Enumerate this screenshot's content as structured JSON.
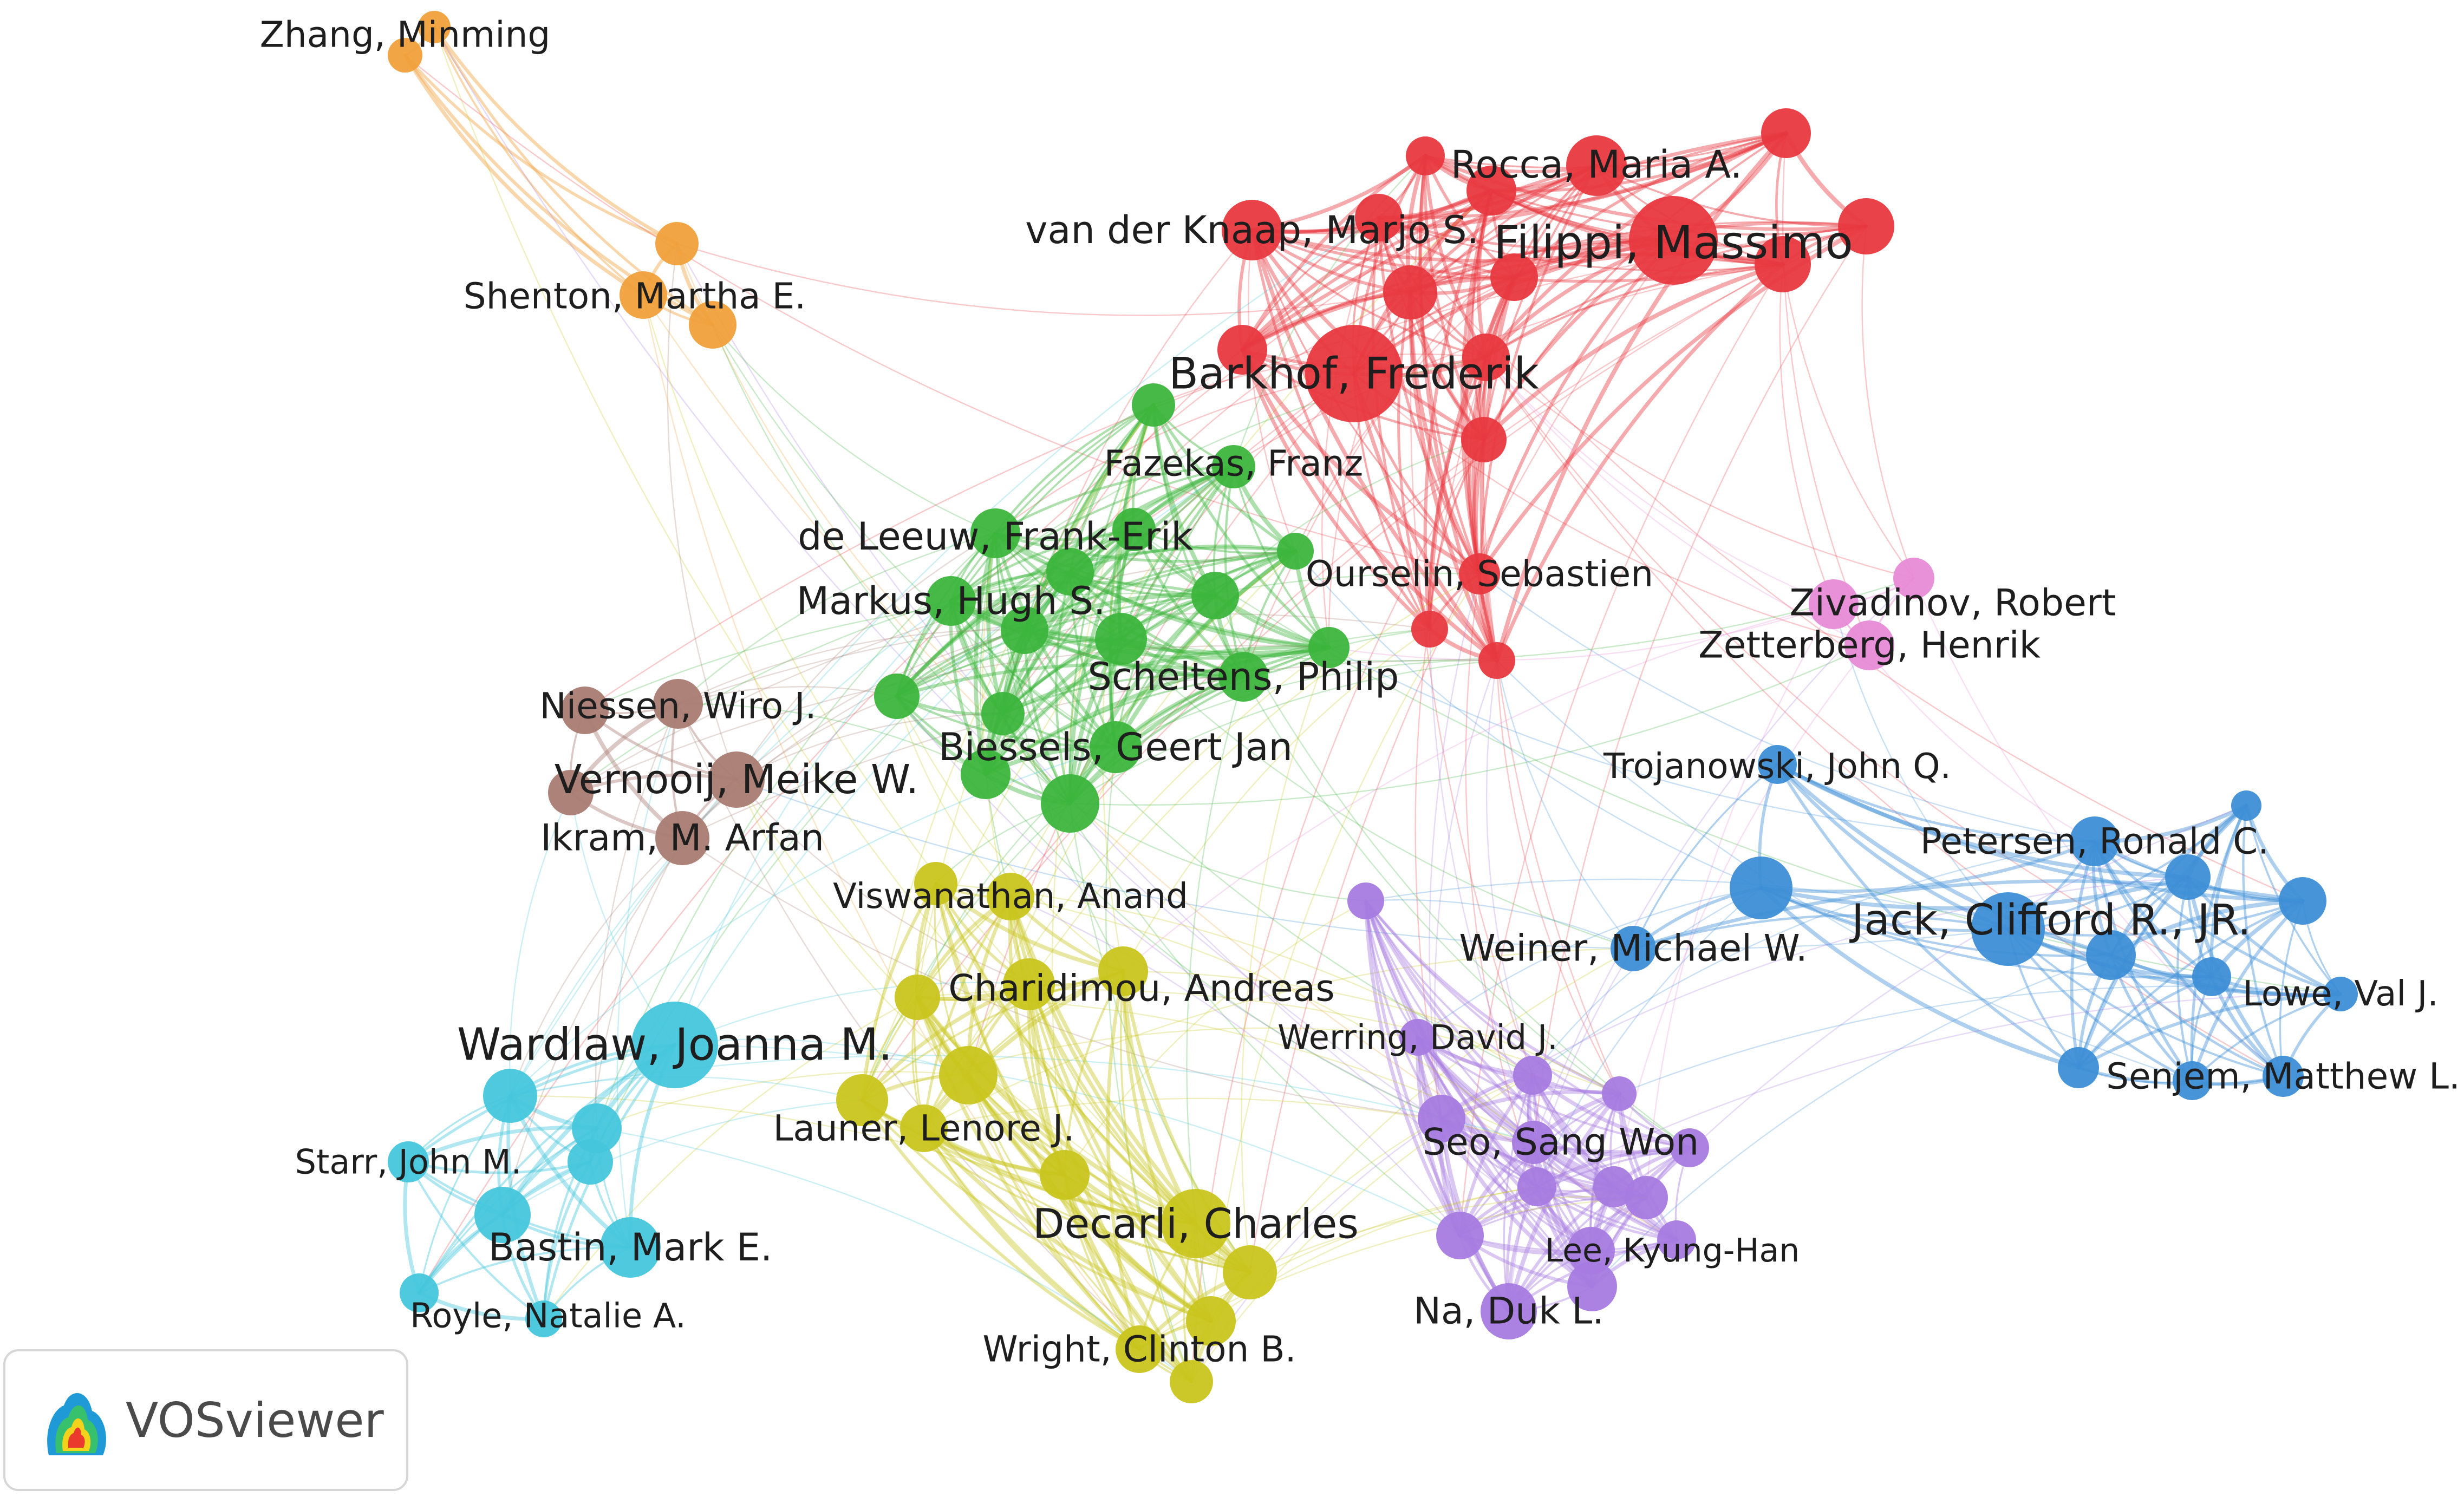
{
  "diagram": {
    "type": "network",
    "clusters": [
      {
        "name": "red",
        "color": "#e8383f"
      },
      {
        "name": "green",
        "color": "#3cb53c"
      },
      {
        "name": "blue",
        "color": "#3d8ed6"
      },
      {
        "name": "cyan",
        "color": "#45c6dc"
      },
      {
        "name": "yellow",
        "color": "#c9c51e"
      },
      {
        "name": "purple",
        "color": "#a77be0"
      },
      {
        "name": "brown",
        "color": "#a97c72"
      },
      {
        "name": "orange",
        "color": "#f0a03b"
      },
      {
        "name": "pink",
        "color": "#e78bd6"
      }
    ],
    "labeled_nodes": [
      {
        "label": "Zhang, Minming",
        "cluster": "orange"
      },
      {
        "label": "Shenton, Martha E.",
        "cluster": "orange"
      },
      {
        "label": "Rocca, Maria A.",
        "cluster": "red"
      },
      {
        "label": "van der Knaap, Marjo S.",
        "cluster": "red"
      },
      {
        "label": "Filippi, Massimo",
        "cluster": "red"
      },
      {
        "label": "Barkhof, Frederik",
        "cluster": "red"
      },
      {
        "label": "Ourselin, Sebastien",
        "cluster": "red"
      },
      {
        "label": "Fazekas, Franz",
        "cluster": "green"
      },
      {
        "label": "de Leeuw, Frank-Erik",
        "cluster": "green"
      },
      {
        "label": "Markus, Hugh S.",
        "cluster": "green"
      },
      {
        "label": "Scheltens, Philip",
        "cluster": "green"
      },
      {
        "label": "Biessels, Geert Jan",
        "cluster": "green"
      },
      {
        "label": "Niessen, Wiro J.",
        "cluster": "brown"
      },
      {
        "label": "Vernooij, Meike W.",
        "cluster": "brown"
      },
      {
        "label": "Ikram, M. Arfan",
        "cluster": "brown"
      },
      {
        "label": "Zivadinov, Robert",
        "cluster": "pink"
      },
      {
        "label": "Zetterberg, Henrik",
        "cluster": "pink"
      },
      {
        "label": "Trojanowski, John Q.",
        "cluster": "blue"
      },
      {
        "label": "Petersen, Ronald C.",
        "cluster": "blue"
      },
      {
        "label": "Jack, Clifford R., JR.",
        "cluster": "blue"
      },
      {
        "label": "Weiner, Michael W.",
        "cluster": "blue"
      },
      {
        "label": "Lowe, Val J.",
        "cluster": "blue"
      },
      {
        "label": "Senjem, Matthew L.",
        "cluster": "blue"
      },
      {
        "label": "Viswanathan, Anand",
        "cluster": "yellow"
      },
      {
        "label": "Charidimou, Andreas",
        "cluster": "yellow"
      },
      {
        "label": "Launer, Lenore J.",
        "cluster": "yellow"
      },
      {
        "label": "Decarli, Charles",
        "cluster": "yellow"
      },
      {
        "label": "Wright, Clinton B.",
        "cluster": "yellow"
      },
      {
        "label": "Wardlaw, Joanna M.",
        "cluster": "cyan"
      },
      {
        "label": "Starr, John M.",
        "cluster": "cyan"
      },
      {
        "label": "Bastin, Mark E.",
        "cluster": "cyan"
      },
      {
        "label": "Royle, Natalie A.",
        "cluster": "cyan"
      },
      {
        "label": "Werring, David J.",
        "cluster": "purple"
      },
      {
        "label": "Seo, Sang Won",
        "cluster": "purple"
      },
      {
        "label": "Lee, Kyung-Han",
        "cluster": "purple"
      },
      {
        "label": "Na, Duk L.",
        "cluster": "purple"
      }
    ]
  },
  "logo": {
    "text": "VOSviewer",
    "icon": "vosviewer-heatmap-icon"
  }
}
